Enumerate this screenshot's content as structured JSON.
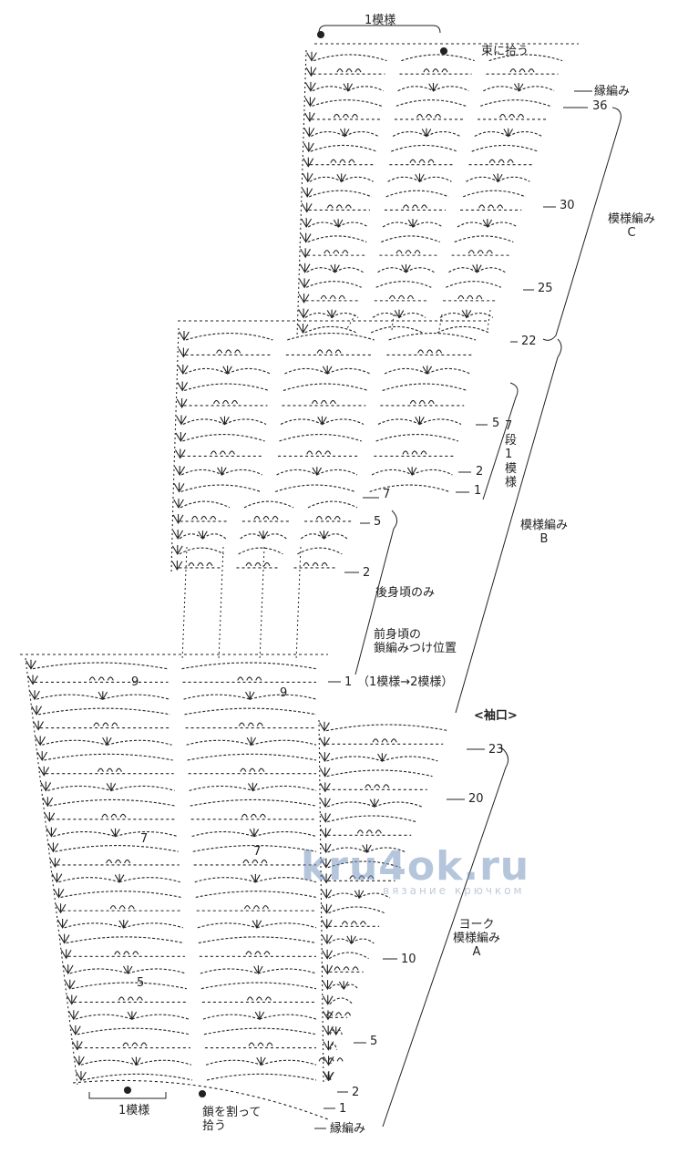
{
  "top": {
    "repeat_label": "1模様",
    "pickup_note": "束に拾う",
    "edge_label": "縁編み",
    "row36": "36",
    "row30": "30",
    "row25": "25",
    "row22": "22",
    "pattern_label": "模様編み",
    "pattern_letter": "C"
  },
  "middle": {
    "row5a": "5",
    "row2a": "2",
    "row1a": "1",
    "seven_rows": "7段1模様",
    "row7": "7",
    "row5b": "5",
    "row2b": "2",
    "pattern_label": "模様編み",
    "pattern_letter": "B",
    "back_only": "後身頃のみ",
    "front_attach_line1": "前身頃の",
    "front_attach_line2": "鎖編みつけ位置",
    "row1b": "1",
    "repeat_change": "（1模様→2模様）"
  },
  "bottom": {
    "sleeve": "<袖口>",
    "row23": "23",
    "row20": "20",
    "row10": "10",
    "row5": "5",
    "row2": "2",
    "row1": "1",
    "yoke_line1": "ヨーク",
    "yoke_line2": "模様編み",
    "yoke_letter": "A",
    "edge_label": "縁編み",
    "repeat_label": "1模様",
    "split_note_line1": "鎖を割って",
    "split_note_line2": "拾う",
    "inner9a": "9",
    "inner9b": "9",
    "inner7a": "7",
    "inner7b": "7",
    "inner5": "5"
  },
  "watermark": {
    "site": "kru4ok.ru",
    "tagline": "вязание крючком"
  },
  "colors": {
    "ink": "#222222",
    "watermark": "#7896be"
  }
}
